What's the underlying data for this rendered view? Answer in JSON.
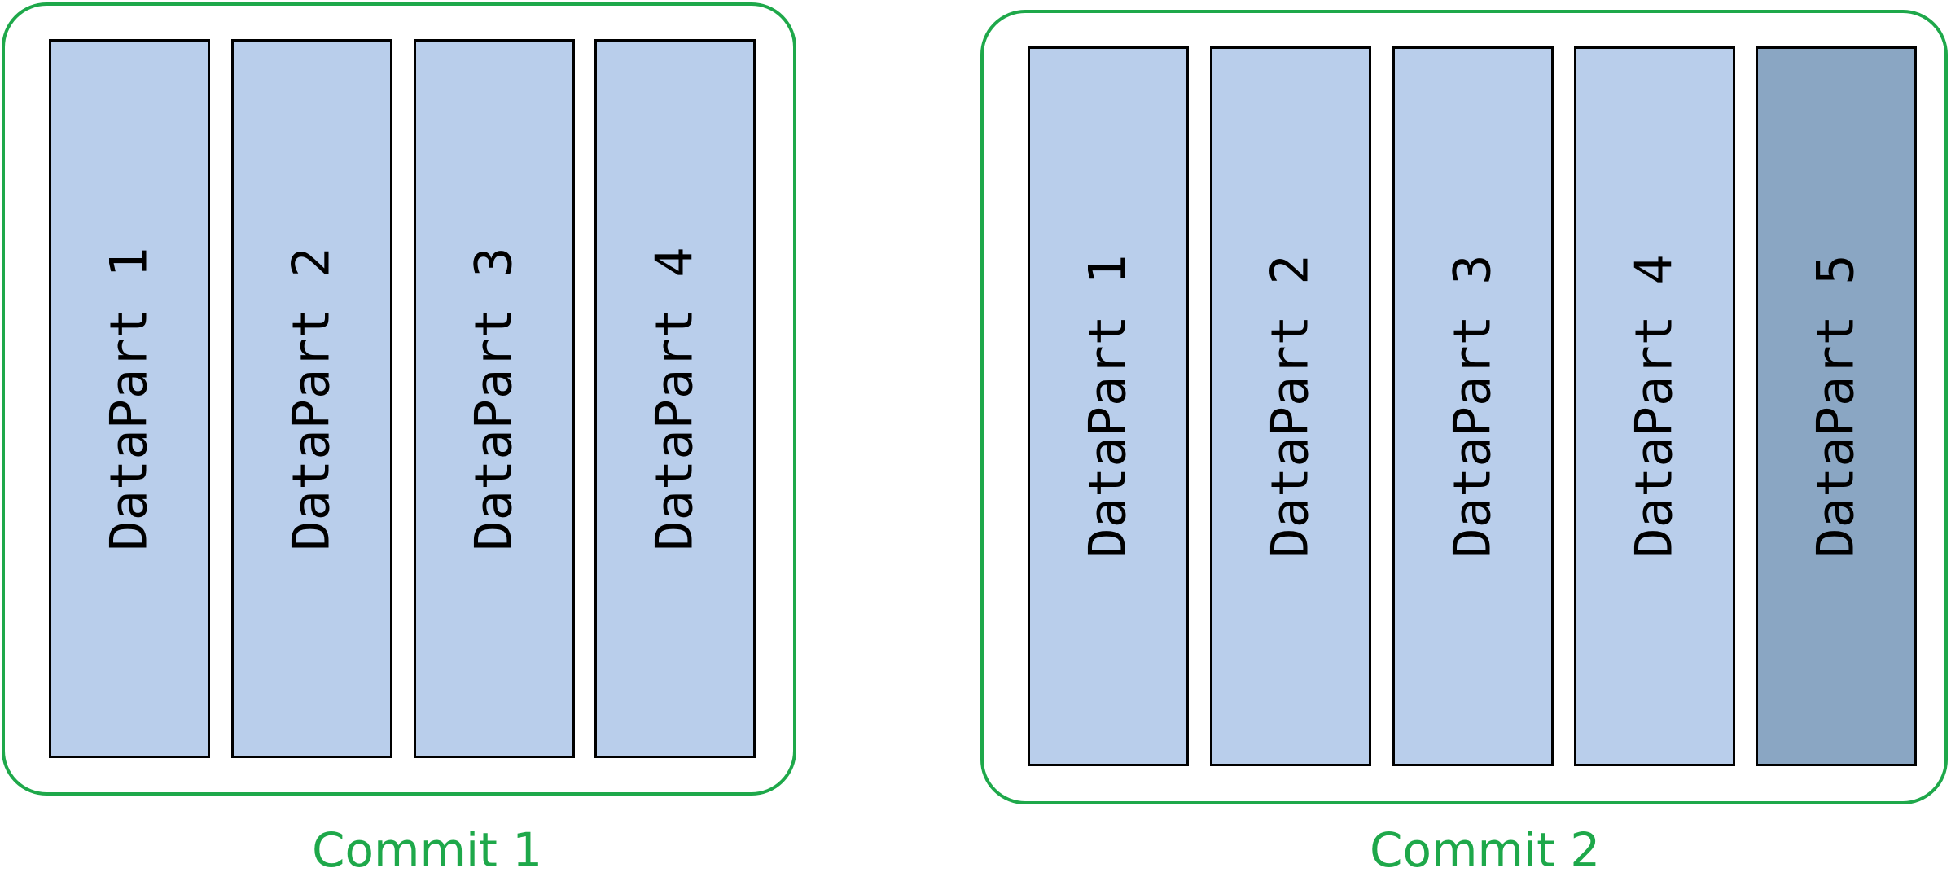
{
  "colors": {
    "commit_border": "#1ea84a",
    "part_fill": "#b9ceeb",
    "new_part_fill": "#8aa6c3",
    "part_border": "#000000"
  },
  "commits": [
    {
      "label": "Commit 1",
      "parts": [
        {
          "label": "DataPart 1",
          "is_new": false
        },
        {
          "label": "DataPart 2",
          "is_new": false
        },
        {
          "label": "DataPart 3",
          "is_new": false
        },
        {
          "label": "DataPart 4",
          "is_new": false
        }
      ]
    },
    {
      "label": "Commit 2",
      "parts": [
        {
          "label": "DataPart 1",
          "is_new": false
        },
        {
          "label": "DataPart 2",
          "is_new": false
        },
        {
          "label": "DataPart 3",
          "is_new": false
        },
        {
          "label": "DataPart 4",
          "is_new": false
        },
        {
          "label": "DataPart 5",
          "is_new": true
        }
      ]
    }
  ]
}
